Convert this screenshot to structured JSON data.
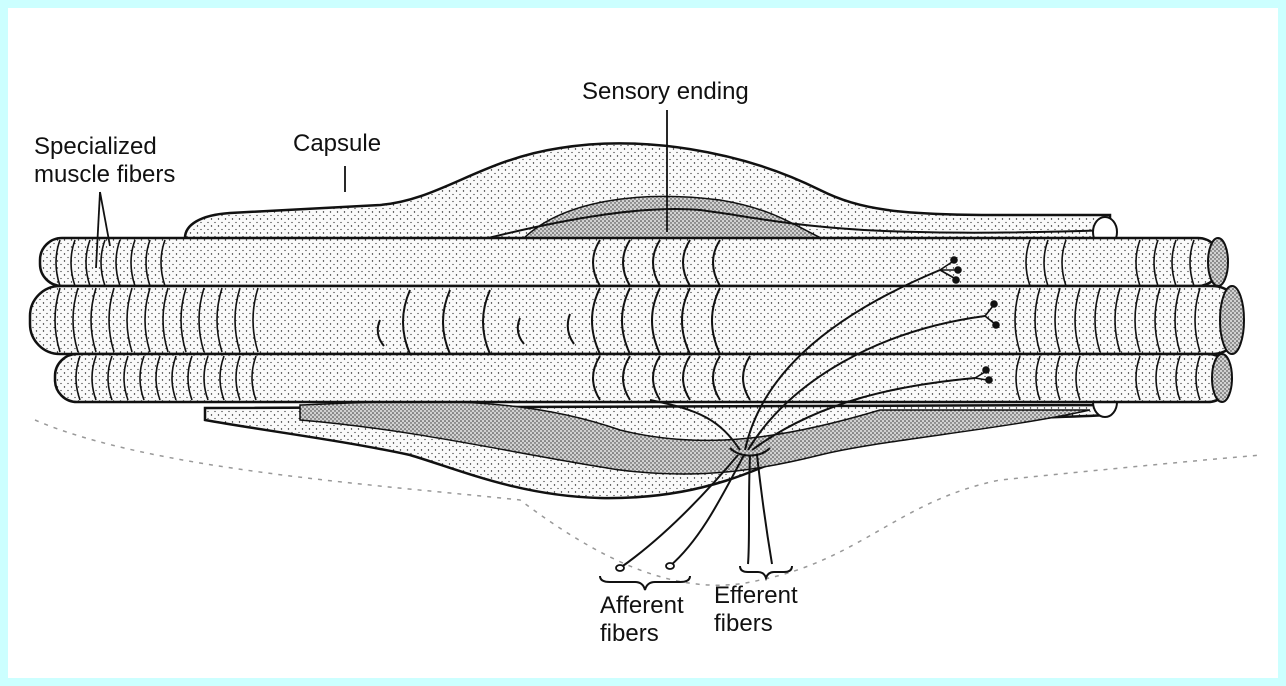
{
  "diagram": {
    "labels": {
      "specialized_muscle_fibers": [
        "Specialized",
        "muscle fibers"
      ],
      "capsule": "Capsule",
      "sensory_ending": "Sensory ending",
      "afferent_fibers": [
        "Afferent",
        "fibers"
      ],
      "efferent_fibers": [
        "Efferent",
        "fibers"
      ]
    }
  },
  "colors": {
    "frame_border": "#ccffff",
    "background": "#ffffff",
    "ink": "#111111",
    "stipple_fill": "#f4f4f4",
    "dense_stipple": "#bdbdbd"
  }
}
